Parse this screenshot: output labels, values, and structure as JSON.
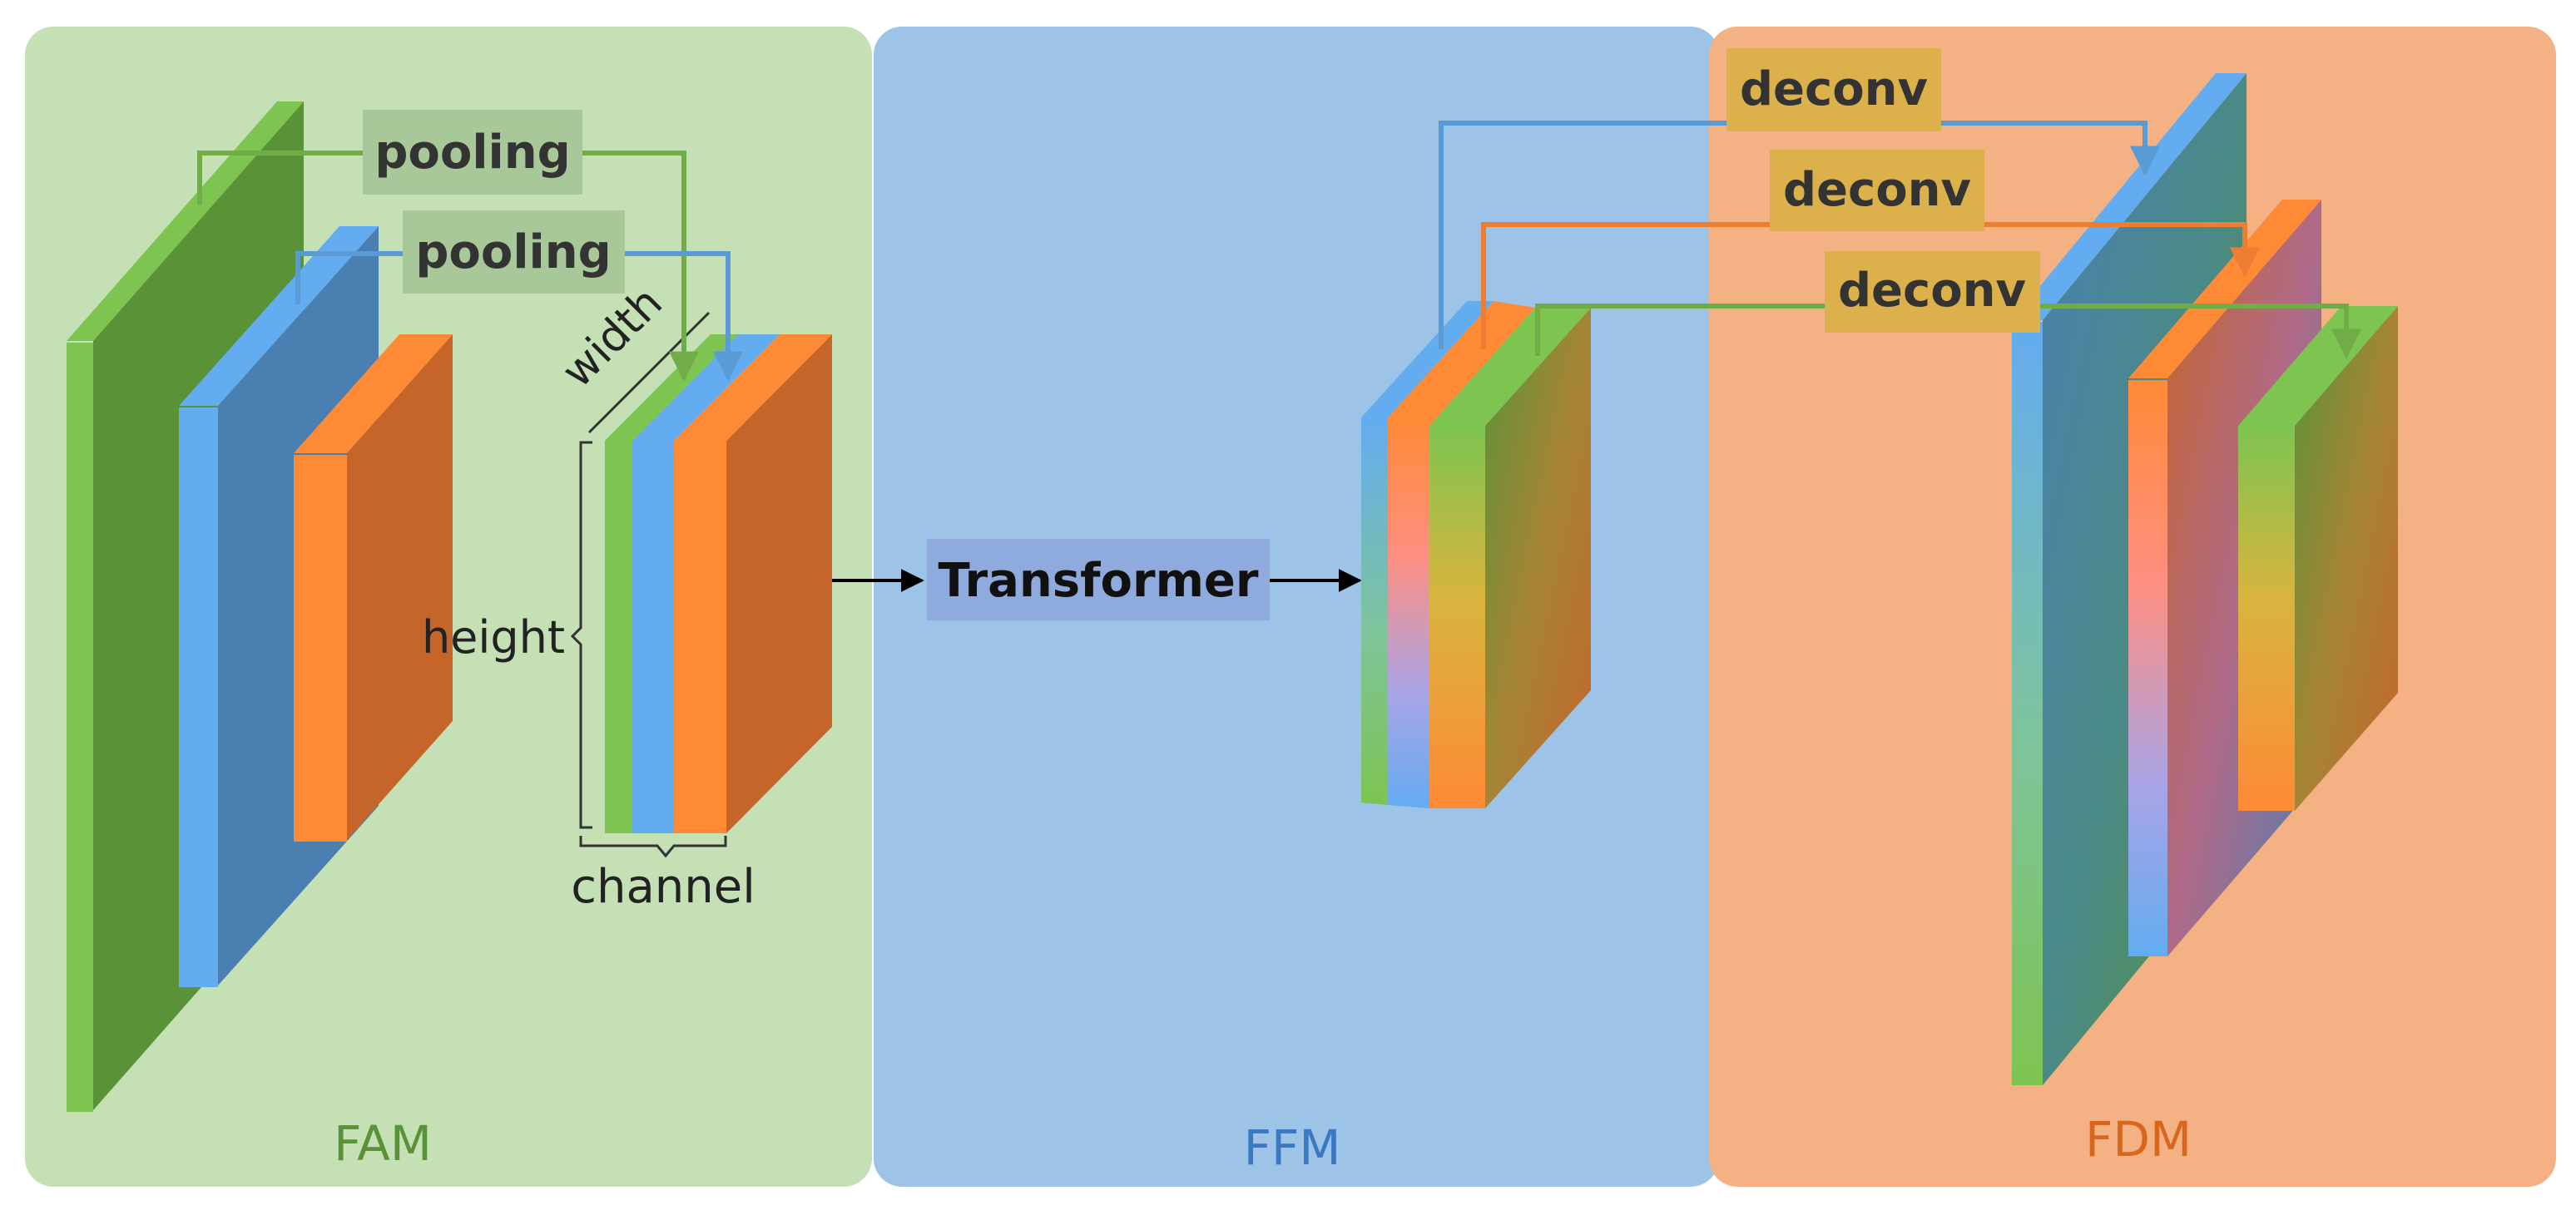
{
  "colors": {
    "fam_bg": "#c5e0b4",
    "ffm_bg": "#9dc3e6",
    "fdm_bg": "#f4b183",
    "green": "#7ec451",
    "green_dark": "#5a9238",
    "blue": "#63acf0",
    "blue_dark": "#4a7fb2",
    "orange": "#ff8a36",
    "orange_dark": "#c5652a",
    "pooling_box": "#a9c89a",
    "transformer_box": "#8faadc",
    "deconv_box": "#dcb04a",
    "green_line": "#70ad47",
    "blue_line": "#5b9bd5",
    "orange_line": "#ed7d31"
  },
  "sections": {
    "fam": "FAM",
    "ffm": "FFM",
    "fdm": "FDM"
  },
  "labels": {
    "pooling_1": "pooling",
    "pooling_2": "pooling",
    "transformer": "Transformer",
    "deconv_1": "deconv",
    "deconv_2": "deconv",
    "deconv_3": "deconv",
    "width": "width",
    "height": "height",
    "channel": "channel"
  },
  "icons": [
    "arrow-right-icon",
    "arrow-down-icon"
  ]
}
